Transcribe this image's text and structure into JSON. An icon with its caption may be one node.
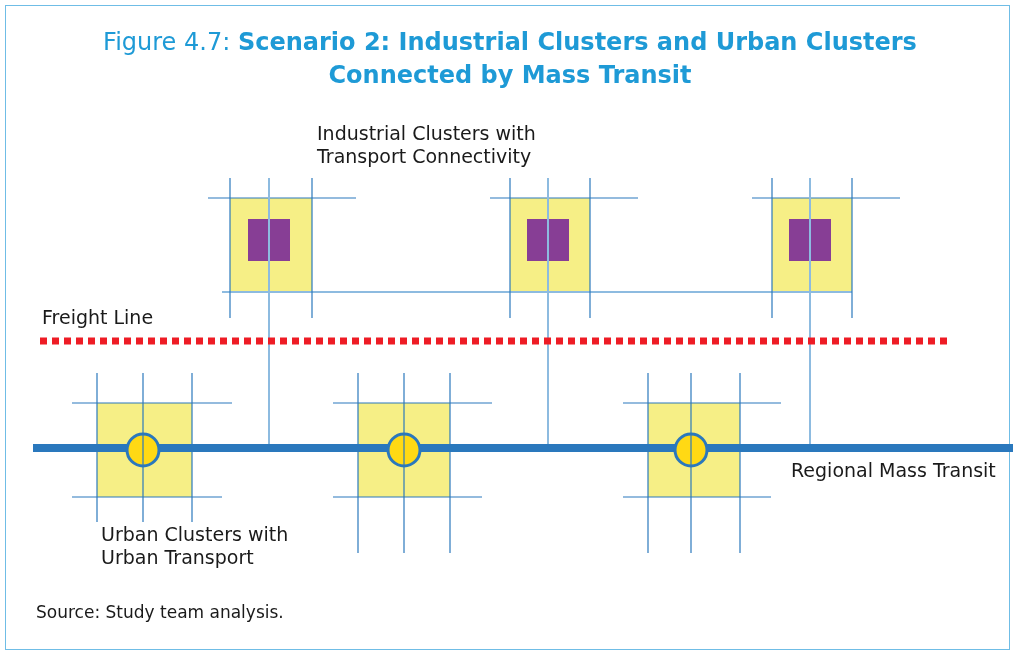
{
  "diagram": {
    "title": "Figure 4.7: **Scenario 2: Industrial Clusters and Urban Clusters Connected by Mass Transit**",
    "caption": "Source: Study team analysis.",
    "labels": [
      "Industrial Clusters with Transport Connectivity",
      "Freight Line",
      "Regional Mass Transit",
      "Urban Clusters with Urban Transport"
    ]
  }
}
